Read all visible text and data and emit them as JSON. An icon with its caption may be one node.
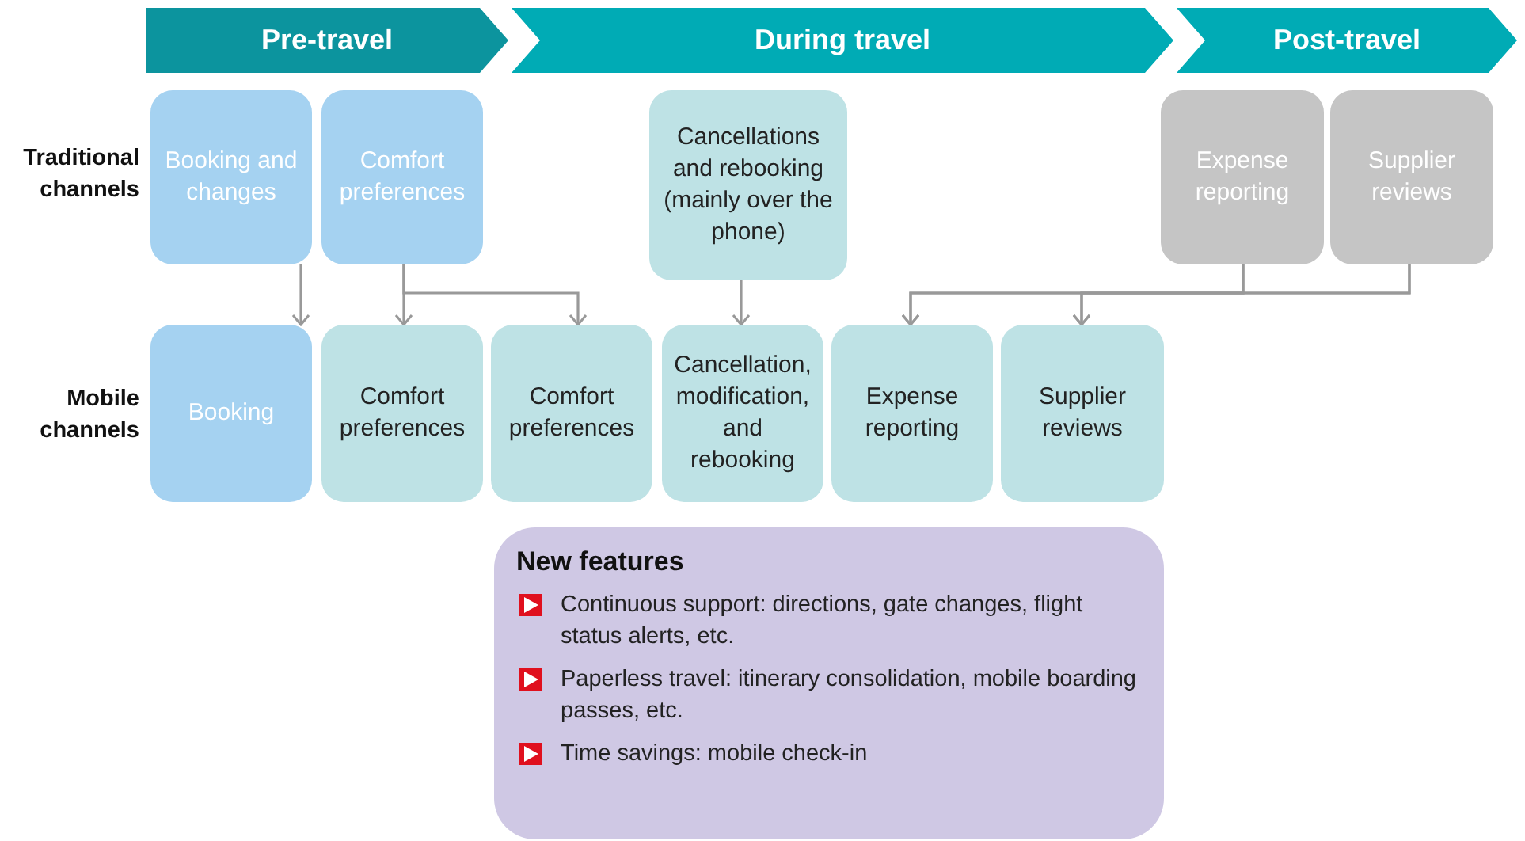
{
  "diagram": {
    "nodes": [
      {
        "text": [
          "Pre-travel"
        ]
      },
      {
        "text": [
          "During travel"
        ]
      },
      {
        "text": [
          "Post-travel"
        ]
      },
      {
        "text": [
          "Booking and changes"
        ]
      },
      {
        "text": [
          "Comfort preferences"
        ]
      },
      {
        "text": [
          "Cancellations and rebooking (mainly over the phone)"
        ]
      },
      {
        "text": [
          "Expense reporting"
        ]
      },
      {
        "text": [
          "Supplier reviews"
        ]
      },
      {
        "text": [
          "Booking"
        ]
      },
      {
        "text": [
          "Comfort preferences"
        ]
      },
      {
        "text": [
          "Comfort preferences"
        ]
      },
      {
        "text": [
          "Cancellation, modification, and rebooking"
        ]
      },
      {
        "text": [
          "Expense reporting"
        ]
      },
      {
        "text": [
          "Supplier reviews"
        ]
      },
      {
        "text": [
          "New features",
          "Continuous support: directions, gate changes, flight status alerts, etc.",
          "Paperless travel: itinerary consolidation, mobile boarding passes, etc.",
          "Time savings: mobile check-in"
        ]
      }
    ],
    "edges": [
      {
        "from": 3,
        "to": 8,
        "arrow": "to"
      },
      {
        "from": 4,
        "to": 9,
        "arrow": "to"
      },
      {
        "from": 4,
        "to": 10,
        "arrow": "to"
      },
      {
        "from": 5,
        "to": 11,
        "arrow": "to"
      },
      {
        "from": 6,
        "to": 12,
        "arrow": "to"
      },
      {
        "from": 6,
        "to": 13,
        "arrow": "to"
      },
      {
        "from": 7,
        "to": 12,
        "arrow": "to"
      },
      {
        "from": 7,
        "to": 13,
        "arrow": "to"
      }
    ],
    "labels": [
      "Traditional channels",
      "Mobile channels"
    ]
  }
}
